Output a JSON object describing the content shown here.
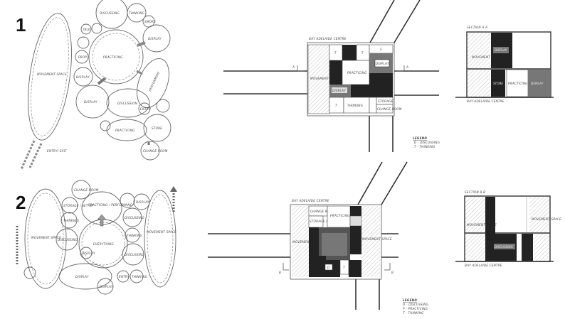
{
  "scheme1": {
    "number": "1",
    "bubbles": {
      "movement": "MOVEMENT SPACE",
      "discussing": "DISCUSSING",
      "thinking": "THINKING",
      "talk": "TALK",
      "smoke": "SMOKE",
      "display_top": "DISPLAY",
      "practicing": "PRACTICING",
      "prop": "PROP",
      "display_left": "DISPLAY",
      "display_mid": "DISPLAY",
      "discussion": "DISCUSSION",
      "performing": "PERFORMING",
      "entry": "ENTRY",
      "practicing_low": "PRACTICING",
      "store": "STORE",
      "change_room": "CHANGE ROOM",
      "entry_exit": "ENTRY/ EXIT"
    },
    "plan": {
      "title": "BAY ADELAIDE CENTRE",
      "section_a": "A",
      "labels": {
        "movement": "MOVEMENT SPACE",
        "t1": "T",
        "t2": "T",
        "t3": "T",
        "s1": "S",
        "display1": "DISPLAY",
        "practicing": "PRACTICING",
        "display2": "DISPLAY",
        "thinking": "THINKING",
        "storage": "STORAGE",
        "change": "CHANGE ROOM"
      },
      "legend_title": "LEGEND",
      "legend_items": [
        "D - DISCUSSING",
        "T - THINKING"
      ]
    },
    "section": {
      "title": "SECTION A-A",
      "labels": {
        "movement": "MOVEMENT SPACE",
        "display": "DISPLAY",
        "store": "STORE",
        "practicing": "PRACTICING",
        "display2": "DISPLAY"
      },
      "caption": "BAY ADELAIDE CENTRE"
    }
  },
  "scheme2": {
    "number": "2",
    "bubbles": {
      "movement_left": "MOVEMENT SPACE",
      "change_room": "CHANGE ROOM",
      "storage": "STORAGE / SET UP",
      "thinking": "THINKING",
      "practicing": "PRACTICING / PERFORMING",
      "discussing_l": "DISCUSSING",
      "display": "DISPLAY",
      "everything": "EVERYTHING",
      "discussing_r": "DISCUSSING",
      "display_r": "DISPLAY",
      "movement_right": "MOVEMENT SPACE",
      "thinking_r": "THINKING",
      "display_low": "DISPLAY",
      "discussing_low": "DISCUSSING",
      "entry": "ENTRY",
      "display_b": "DISPLAY",
      "thinking_b": "THINKING"
    },
    "plan": {
      "title": "BAY ADELAIDE CENTRE",
      "section_b": "B",
      "labels": {
        "movement_l": "MOVEMENT SPACE",
        "movement_r": "MOVEMENT SPACE",
        "change": "CHANGE ROOM",
        "storage": "STORAGE / SET",
        "practicing": "PRACTICING",
        "t1": "T",
        "d1": "D"
      },
      "legend_title": "LEGEND",
      "legend_items": [
        "D - DISCUSSING",
        "P - PRACTICING",
        "T - THINKING"
      ]
    },
    "section": {
      "title": "SECTION B-B",
      "labels": {
        "movement": "MOVEMENT SPACE",
        "movement_r": "MOVEMENT SPACE",
        "discussing": "DISCUSSING"
      },
      "caption": "BAY ADELAIDE CENTRE"
    }
  }
}
